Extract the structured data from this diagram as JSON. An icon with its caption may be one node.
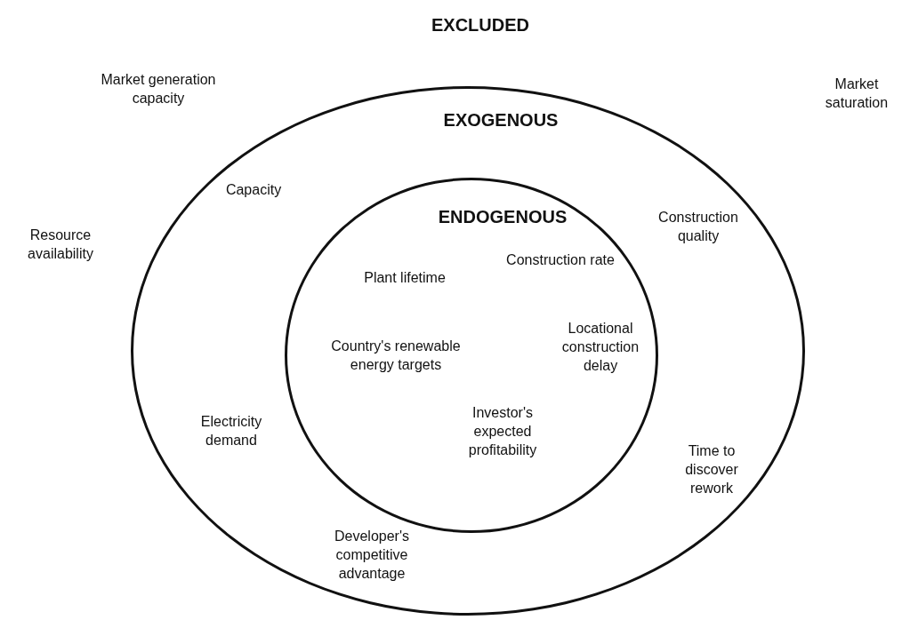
{
  "diagram": {
    "nodes": [
      {
        "text": [
          "EXOGENOUS",
          "Capacity",
          "Construction quality",
          "Electricity demand",
          "Developer's competitive advantage",
          "Time to discover rework"
        ]
      },
      {
        "text": [
          "ENDOGENOUS",
          "Plant lifetime",
          "Construction rate",
          "Country's renewable energy targets",
          "Locational construction delay",
          "Investor's expected profitability"
        ],
        "in": 0
      }
    ],
    "labels": [
      "EXCLUDED",
      "Market generation capacity",
      "Market saturation",
      "Resource availability"
    ]
  }
}
